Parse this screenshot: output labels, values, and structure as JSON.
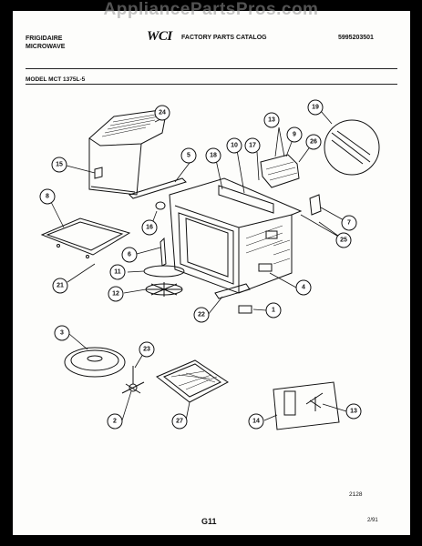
{
  "watermark": "AppliancePartsPros.com",
  "header": {
    "brand": "FRIGIDAIRE",
    "product": "MICROWAVE",
    "logo": "WCI",
    "catalog_title": "FACTORY PARTS CATALOG",
    "catalog_number": "5995203501"
  },
  "model": "MODEL MCT 1375L-5",
  "callouts": {
    "c24": "24",
    "c15": "15",
    "c5": "5",
    "c18a": "18",
    "c10": "10",
    "c17": "17",
    "c13a": "13",
    "c9": "9",
    "c26": "26",
    "c19": "19",
    "c8": "8",
    "c16": "16",
    "c7": "7",
    "c25": "25",
    "c6": "6",
    "c11": "11",
    "c21": "21",
    "c12": "12",
    "c4": "4",
    "c22": "22",
    "c1": "1",
    "c3": "3",
    "c23": "23",
    "c2": "2",
    "c27": "27",
    "c14": "14",
    "c13b": "13"
  },
  "footer": {
    "code": "2128",
    "page": "G11",
    "date": "2/91"
  }
}
